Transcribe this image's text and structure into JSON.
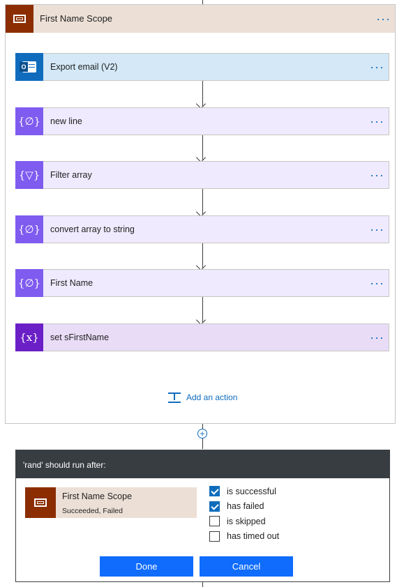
{
  "scope": {
    "title": "First Name Scope",
    "more_label": "···",
    "actions": [
      {
        "label": "Export email (V2)",
        "icon": "outlook-icon",
        "icon_bg": "#0f6cbd",
        "bg": "#d4e8f7"
      },
      {
        "label": "new line",
        "icon": "compose-icon",
        "icon_glyph": "{∅}",
        "icon_bg": "#7f5bef",
        "bg": "#efeafd"
      },
      {
        "label": "Filter array",
        "icon": "filter-icon",
        "icon_glyph": "{▽}",
        "icon_bg": "#7f5bef",
        "bg": "#efeafd"
      },
      {
        "label": "convert array to string",
        "icon": "compose-icon",
        "icon_glyph": "{∅}",
        "icon_bg": "#7f5bef",
        "bg": "#efeafd"
      },
      {
        "label": "First Name",
        "icon": "compose-icon",
        "icon_glyph": "{∅}",
        "icon_bg": "#7f5bef",
        "bg": "#efeafd"
      },
      {
        "label": "set sFirstName",
        "icon": "variable-icon",
        "icon_glyph": "{x}",
        "icon_bg": "#6b1fc6",
        "bg": "#e9dcf7"
      }
    ],
    "add_action_label": "Add an action"
  },
  "run_after": {
    "header": "'rand' should run after:",
    "dependency_name": "First Name Scope",
    "dependency_status": "Succeeded, Failed",
    "options": [
      {
        "label": "is successful",
        "checked": true
      },
      {
        "label": "has failed",
        "checked": true
      },
      {
        "label": "is skipped",
        "checked": false
      },
      {
        "label": "has timed out",
        "checked": false
      }
    ],
    "done_label": "Done",
    "cancel_label": "Cancel"
  },
  "colors": {
    "accent": "#0f6cbd",
    "scope_brown": "#8b2d00",
    "scope_tint": "#ecdfd6",
    "dialog_header": "#383d42"
  }
}
